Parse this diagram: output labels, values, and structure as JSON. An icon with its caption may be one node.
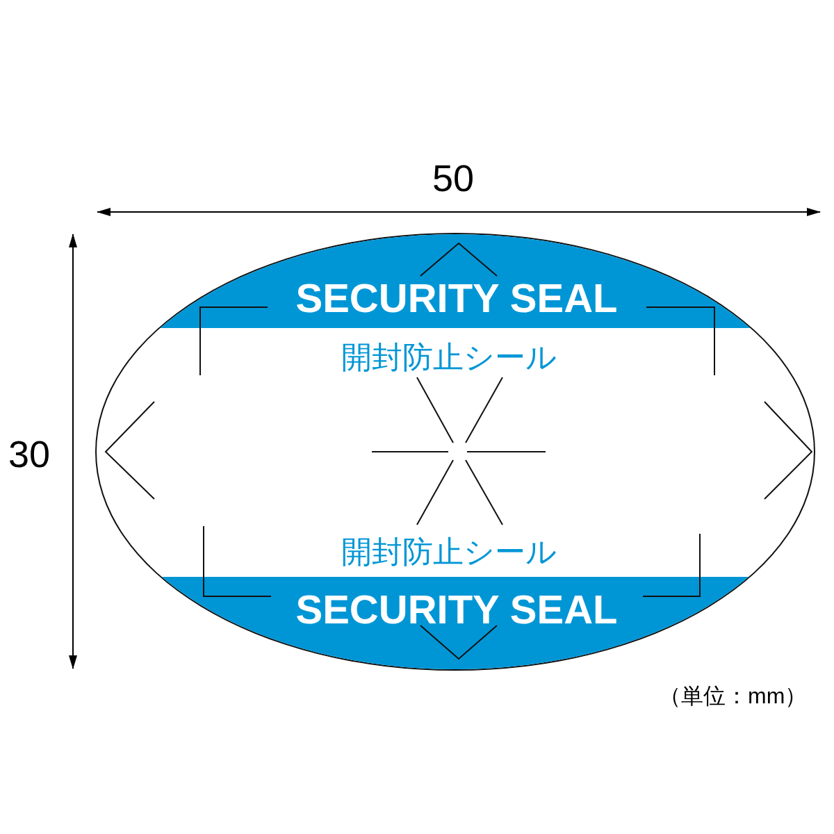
{
  "diagram": {
    "nodes": [
      {
        "text": [
          "開封防止シール",
          "開封防止シール"
        ]
      },
      {
        "text": [
          "SECURITY SEAL"
        ],
        "in": 0
      },
      {
        "text": [
          "SECURITY SEAL"
        ],
        "in": 0
      }
    ],
    "labels": [
      "50",
      "30",
      "（単位：mm）"
    ]
  }
}
